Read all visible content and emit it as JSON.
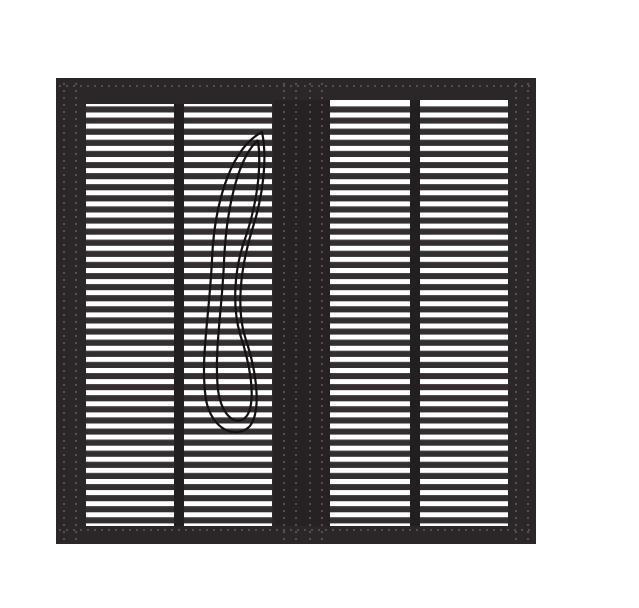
{
  "image": {
    "subject": "led-mesh-screen-panel",
    "colors": {
      "background": "#ffffff",
      "panel_dark": "#2b2729",
      "panel_frame": "#1f1b1d",
      "bar": "#332e30",
      "bar_highlight": "#4a4345",
      "slot": "#ffffff",
      "led_dot": "#c9a3a8",
      "cable": "#141213"
    },
    "panel_count": 2,
    "horizontal_bar_count": 38
  }
}
